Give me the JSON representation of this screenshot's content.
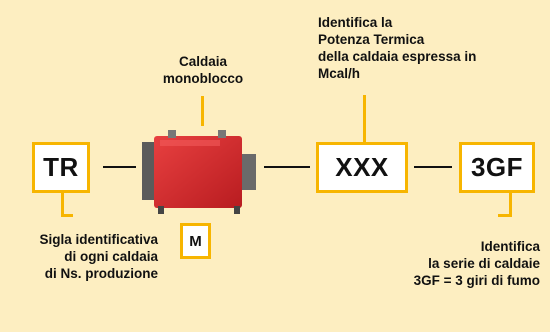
{
  "boxes": {
    "tr": "TR",
    "xxx": "XXX",
    "gf": "3GF",
    "m": "M"
  },
  "labels": {
    "boiler_line1": "Caldaia",
    "boiler_line2": "monoblocco",
    "power_line1": "Identifica la",
    "power_line2": "Potenza Termica",
    "power_line3": "della caldaia espressa in",
    "power_line4": "Mcal/h",
    "sigla_line1": "Sigla identificativa",
    "sigla_line2": "di ogni caldaia",
    "sigla_line3": "di Ns. produzione",
    "series_line1": "Identifica",
    "series_line2": "la serie di caldaie",
    "series_line3": "3GF = 3 giri di fumo"
  },
  "colors": {
    "background": "#fdeec1",
    "accent": "#f7b500",
    "boiler_red": "#d8262a"
  },
  "icons": {
    "boiler": "boiler-icon"
  }
}
